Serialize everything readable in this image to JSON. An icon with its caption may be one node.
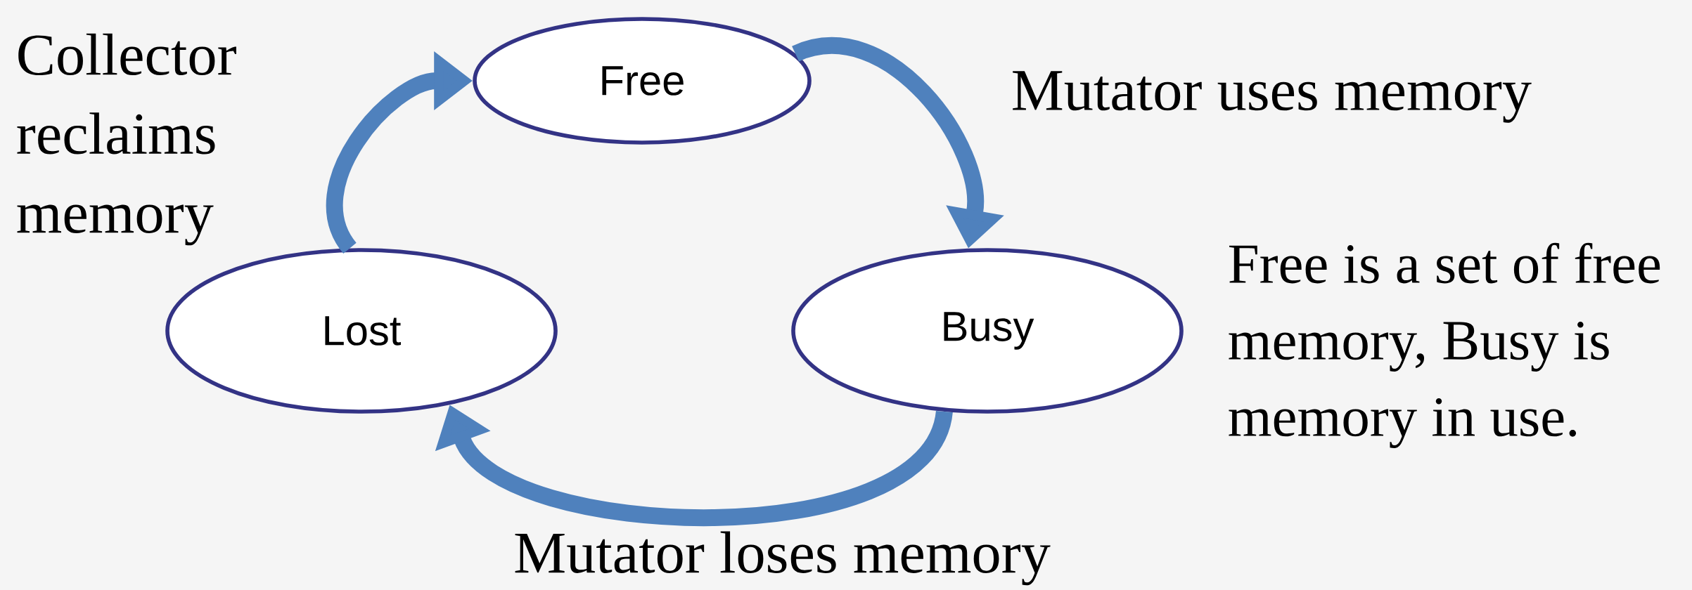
{
  "diagram": {
    "nodes": [
      {
        "text": [
          "Free"
        ]
      },
      {
        "text": [
          "Lost"
        ]
      },
      {
        "text": [
          "Busy"
        ]
      }
    ],
    "edges": [
      {
        "from": 0,
        "to": 2,
        "arrow": "to",
        "label": "Mutator uses memory"
      },
      {
        "from": 2,
        "to": 1,
        "arrow": "to",
        "label": "Mutator loses memory"
      },
      {
        "from": 1,
        "to": 0,
        "arrow": "to",
        "label": "Collector reclaims memory"
      }
    ],
    "labels": [
      "Free is a set of free memory, Busy is memory in use."
    ]
  }
}
